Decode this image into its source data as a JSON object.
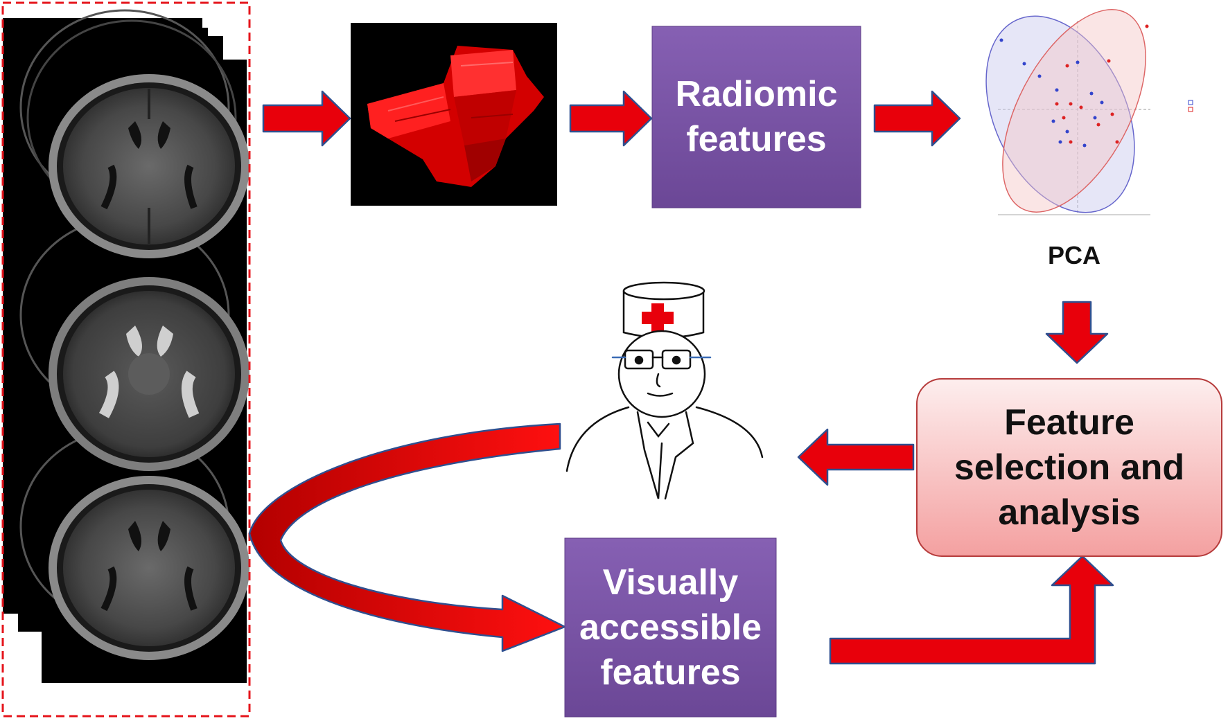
{
  "nodes": {
    "radiomic": {
      "label": "Radiomic\nfeatures"
    },
    "pca": {
      "label": "PCA"
    },
    "feature_selection": {
      "label": "Feature\nselection and\nanalysis"
    },
    "visual": {
      "label": "Visually\naccessible\nfeatures"
    }
  },
  "colors": {
    "arrow_fill": "#e8000b",
    "arrow_stroke": "#2f4f8f",
    "purple_box": "#7b55a5",
    "pink_box_top": "#fde9e9",
    "pink_box_bottom": "#f6a3a3",
    "dashed_border": "#e5141b"
  },
  "icons": {
    "mri_stack": "mri-slice-stack",
    "tumor_3d": "tumor-3d-render",
    "pca_plot": "pca-scatter-plot",
    "doctor": "doctor-icon"
  }
}
